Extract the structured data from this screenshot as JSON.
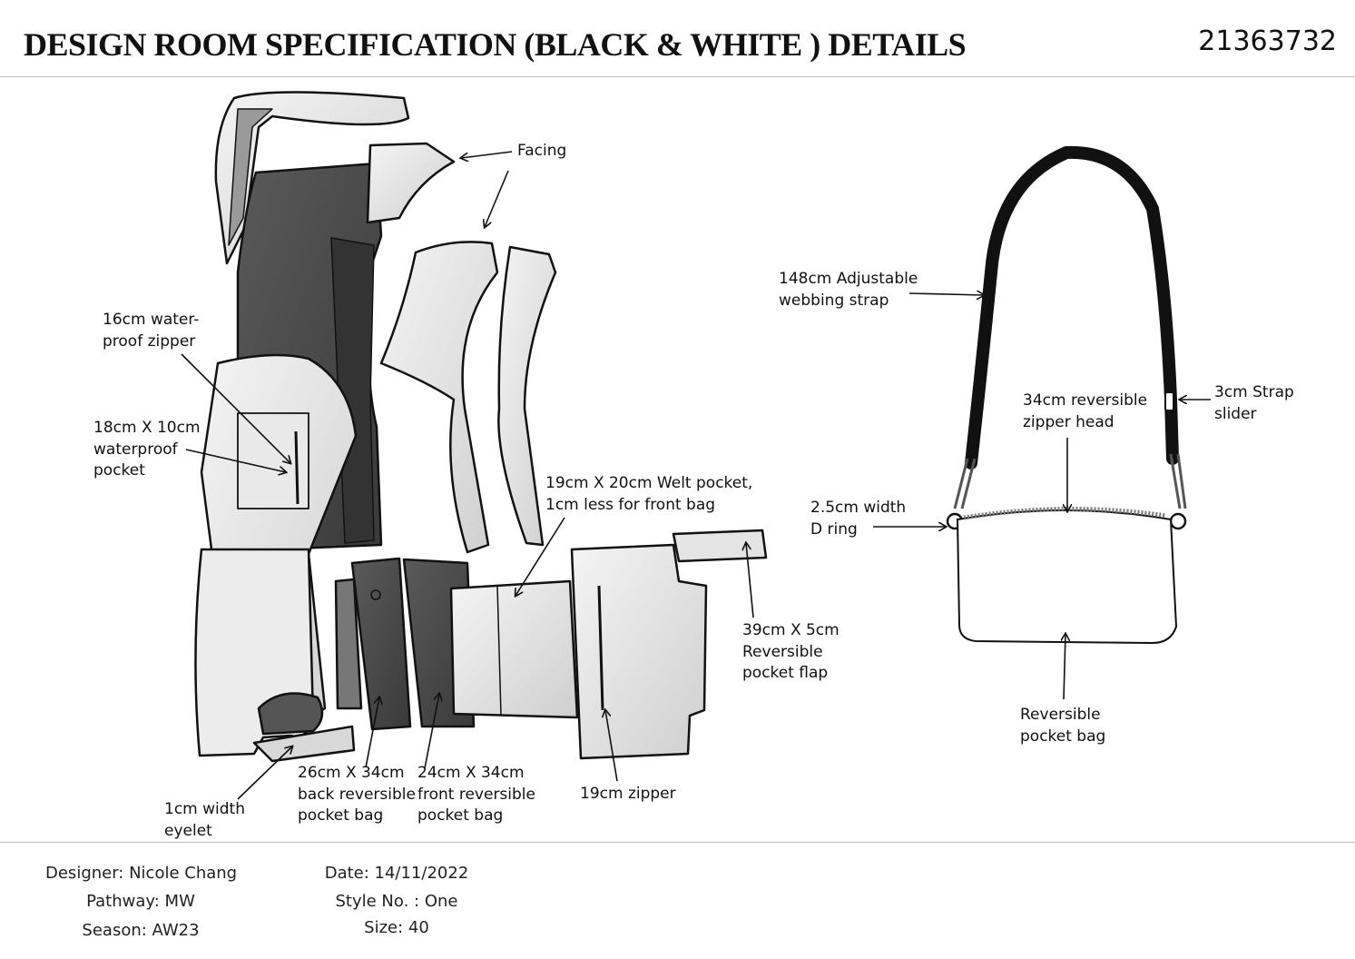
{
  "header": {
    "title": "DESIGN ROOM SPECIFICATION (BLACK & WHITE ) DETAILS",
    "doc_number": "21363732"
  },
  "annotations": {
    "facing": "Facing",
    "waterproof_zipper": "16cm water-\nproof zipper",
    "waterproof_pocket": "18cm X 10cm\nwaterproof\npocket",
    "welt_pocket": "19cm X 20cm Welt pocket,\n1cm less for front bag",
    "pocket_flap": "39cm X 5cm\nReversible\npocket flap",
    "eyelet": "1cm width\n eyelet",
    "back_pocket_bag": "26cm X 34cm\nback reversible\npocket bag",
    "front_pocket_bag": "24cm X 34cm\nfront reversible\npocket bag",
    "zipper_19": "19cm zipper",
    "webbing_strap": "148cm Adjustable\nwebbing strap",
    "zipper_head": "34cm reversible\nzipper head",
    "strap_slider": "3cm Strap\nslider",
    "d_ring": "2.5cm width\nD ring",
    "reversible_pocket_bag": "Reversible\npocket bag"
  },
  "footer": {
    "designer": "Designer: Nicole Chang",
    "pathway": "Pathway: MW",
    "season": "Season: AW23",
    "date": "Date: 14/11/2022",
    "style_no": "Style No. : One",
    "size": "Size: 40"
  },
  "colors": {
    "dark_fabric": "#4a4a4a",
    "light_fabric": "#e6e6e6",
    "strap": "#111111",
    "rule": "#bdbdbd"
  }
}
